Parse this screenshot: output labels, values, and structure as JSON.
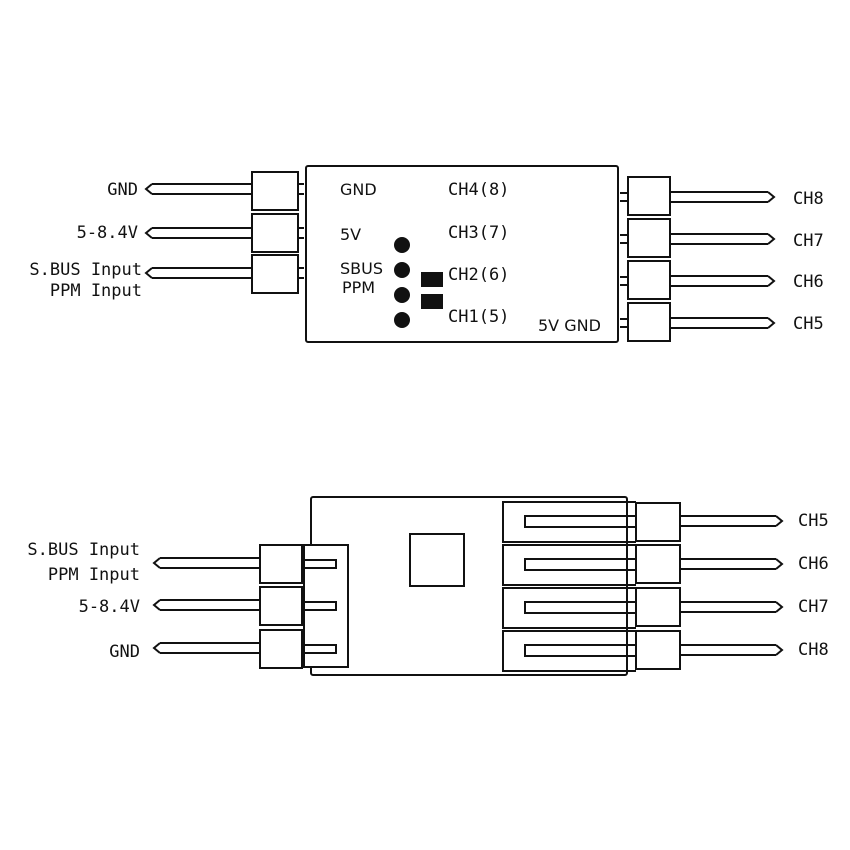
{
  "top_view": {
    "left_pins": [
      {
        "lines": [
          "GND"
        ]
      },
      {
        "lines": [
          "5-8.4V"
        ]
      },
      {
        "lines": [
          "S.BUS Input",
          "PPM Input"
        ]
      }
    ],
    "right_pins": [
      "CH8",
      "CH7",
      "CH6",
      "CH5"
    ],
    "board_labels": {
      "gnd": "GND",
      "v5": "5V",
      "sbus": "SBUS",
      "ppm": "PPM",
      "bottom": "5V GND",
      "channels": [
        "CH4(8)",
        "CH3(7)",
        "CH2(6)",
        "CH1(5)"
      ]
    }
  },
  "bottom_view": {
    "left_pins": [
      {
        "lines": [
          "S.BUS Input",
          "PPM Input"
        ]
      },
      {
        "lines": [
          "5-8.4V"
        ]
      },
      {
        "lines": [
          "GND"
        ]
      }
    ],
    "right_pins": [
      "CH5",
      "CH6",
      "CH7",
      "CH8"
    ]
  }
}
